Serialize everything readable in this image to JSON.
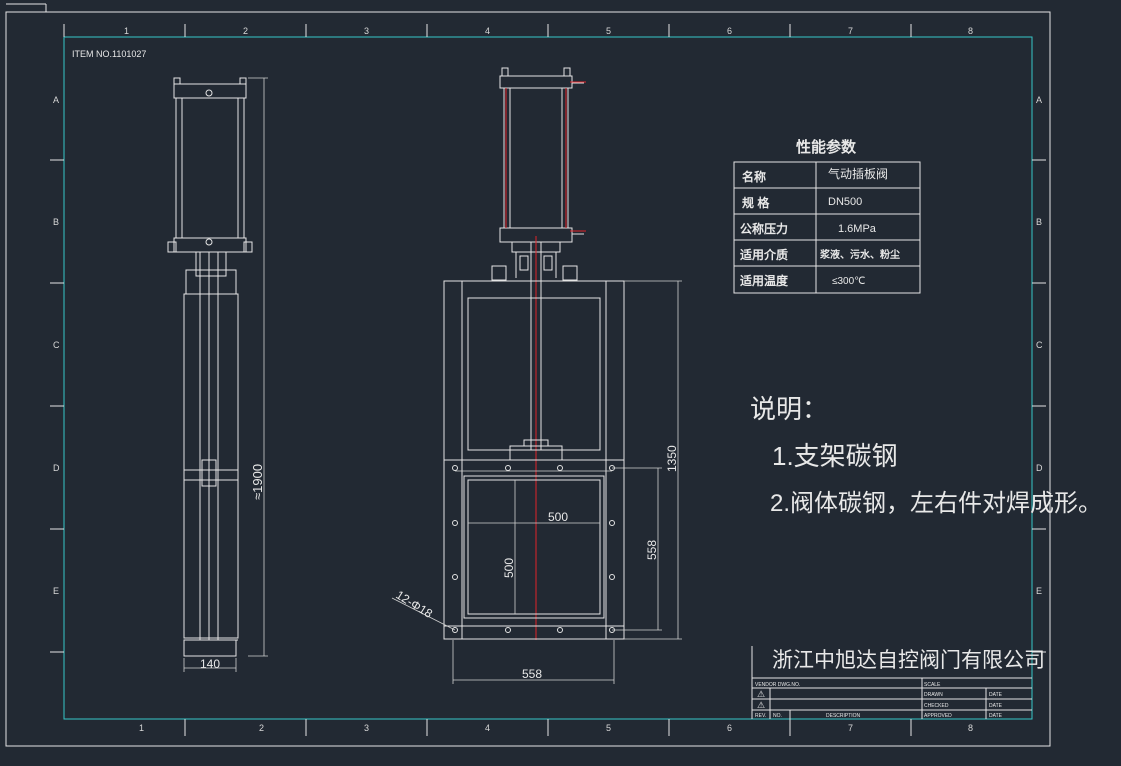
{
  "item_no": "ITEM NO.1101027",
  "grid_cols": [
    "1",
    "2",
    "3",
    "4",
    "5",
    "6",
    "7",
    "8"
  ],
  "grid_rows": [
    "A",
    "B",
    "C",
    "D",
    "E"
  ],
  "params": {
    "title": "性能参数",
    "rows": [
      {
        "label": "名称",
        "value": "气动插板阀"
      },
      {
        "label": "规  格",
        "value": "DN500"
      },
      {
        "label": "公称压力",
        "value": "1.6MPa"
      },
      {
        "label": "适用介质",
        "value": "浆液、污水、粉尘"
      },
      {
        "label": "适用温度",
        "value": "≤300℃"
      }
    ]
  },
  "notes": {
    "title": "说明：",
    "items": [
      "1.支架碳钢",
      "2.阀体碳钢，左右件对焊成形。"
    ]
  },
  "dimensions": {
    "side_height": "≈1900",
    "side_width": "140",
    "front_height": "1350",
    "front_width_top": "500",
    "front_height_inner": "500",
    "front_flange_h": "558",
    "front_flange_w": "558",
    "bolt_holes": "12-Φ18"
  },
  "company": "浙江中旭达自控阀门有限公司",
  "title_block": {
    "vendor": "VENDOR DWG.NO.",
    "scale": "SCALE",
    "drawn": "DRAWN",
    "checked": "CHECKED",
    "approved": "APPROVED",
    "date": "DATE",
    "rev": "REV.",
    "no": "NO.",
    "description": "DESCRIPTION"
  }
}
